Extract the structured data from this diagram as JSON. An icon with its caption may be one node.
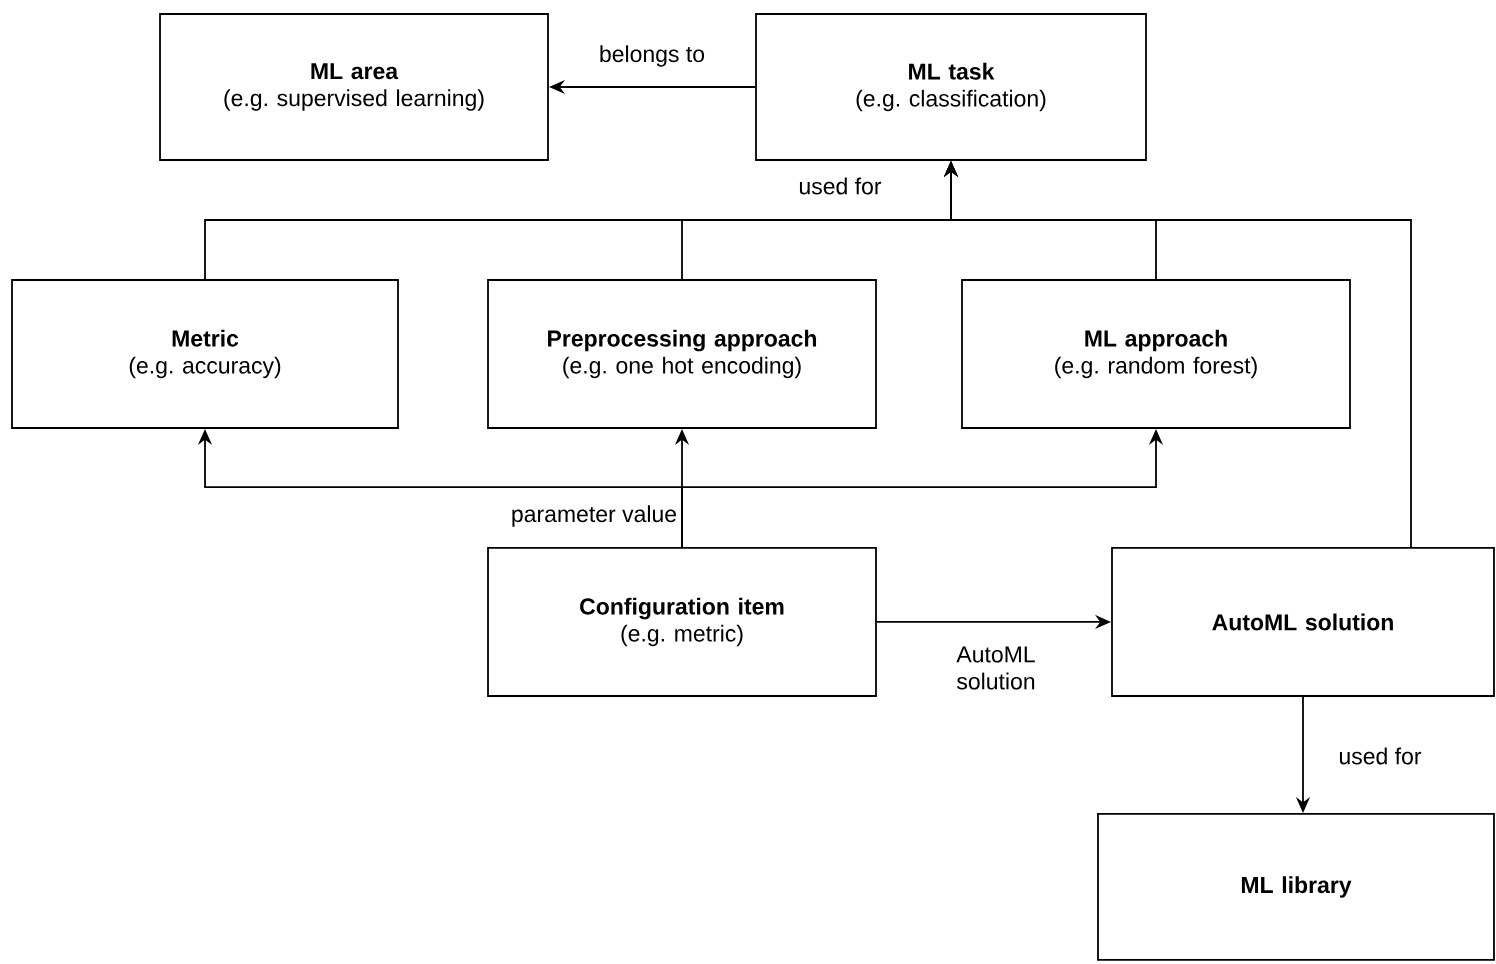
{
  "diagram": {
    "nodes": [
      {
        "text": [
          "ML area",
          "(e.g. supervised learning)"
        ]
      },
      {
        "text": [
          "ML task",
          "(e.g. classification)"
        ]
      },
      {
        "text": [
          "Metric",
          "(e.g. accuracy)"
        ]
      },
      {
        "text": [
          "Preprocessing approach",
          "(e.g. one hot encoding)"
        ]
      },
      {
        "text": [
          "ML approach",
          "(e.g. random forest)"
        ]
      },
      {
        "text": [
          "Configuration item",
          "(e.g. metric)"
        ]
      },
      {
        "text": [
          "AutoML solution"
        ]
      },
      {
        "text": [
          "ML library"
        ]
      }
    ],
    "edges": [
      {
        "from": 1,
        "to": 0,
        "arrow": "to",
        "label": "belongs to"
      },
      {
        "from": 2,
        "to": 1,
        "arrow": "to",
        "label": "used for"
      },
      {
        "from": 3,
        "to": 1,
        "arrow": "to"
      },
      {
        "from": 4,
        "to": 1,
        "arrow": "to"
      },
      {
        "from": 6,
        "to": 1,
        "arrow": "to"
      },
      {
        "from": 5,
        "to": 2,
        "arrow": "to"
      },
      {
        "from": 5,
        "to": 3,
        "arrow": "to",
        "label": "parameter value"
      },
      {
        "from": 5,
        "to": 4,
        "arrow": "to"
      },
      {
        "from": 5,
        "to": 6,
        "arrow": "to",
        "label": "AutoML solution"
      },
      {
        "from": 6,
        "to": 7,
        "arrow": "to",
        "label": "used for"
      }
    ]
  }
}
